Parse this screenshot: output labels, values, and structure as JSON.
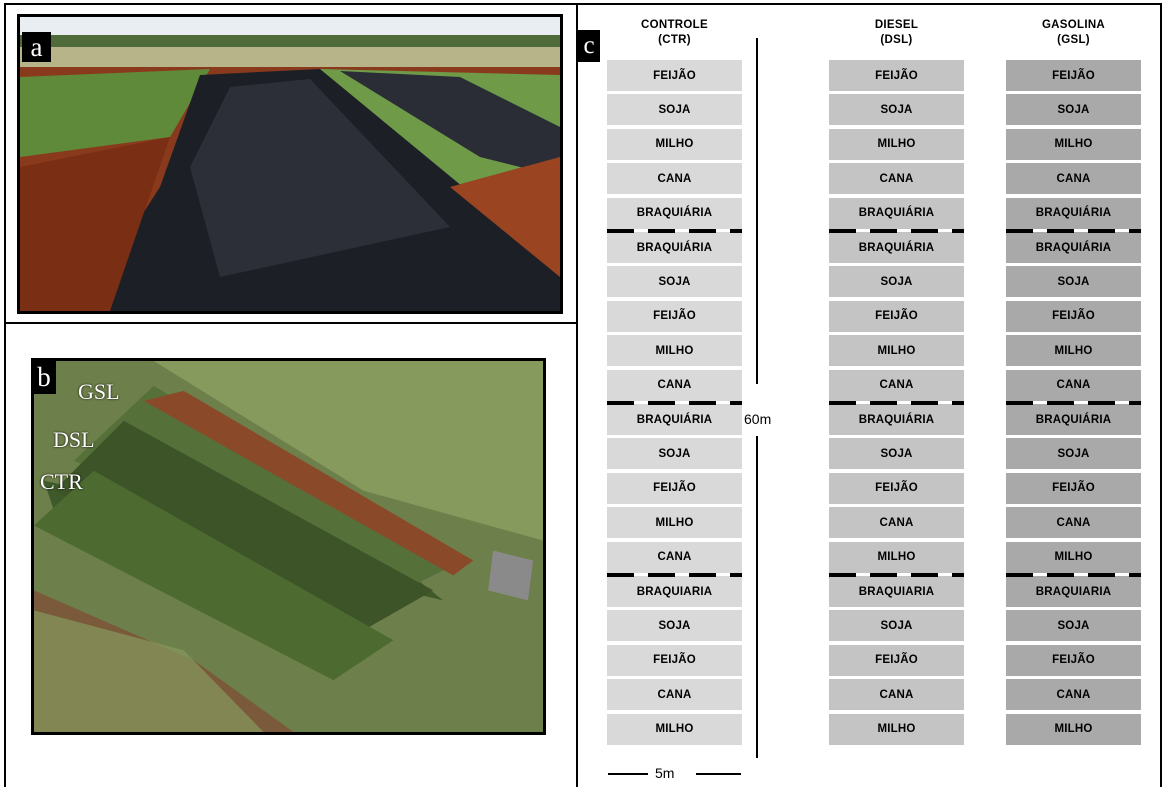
{
  "panels": {
    "a_tag": "a",
    "b_tag": "b",
    "c_tag": "c",
    "plot_labels": [
      "GSL",
      "DSL",
      "CTR"
    ]
  },
  "columns": [
    {
      "title_line1": "CONTROLE",
      "title_line2": "(CTR)"
    },
    {
      "title_line1": "DIESEL",
      "title_line2": "(DSL)"
    },
    {
      "title_line1": "GASOLINA",
      "title_line2": "(GSL)"
    }
  ],
  "rows": {
    "controle": [
      "FEIJÃO",
      "SOJA",
      "MILHO",
      "CANA",
      "BRAQUIÁRIA",
      "BRAQUIÁRIA",
      "SOJA",
      "FEIJÃO",
      "MILHO",
      "CANA",
      "BRAQUIÁRIA",
      "SOJA",
      "FEIJÃO",
      "MILHO",
      "CANA",
      "BRAQUIARIA",
      "SOJA",
      "FEIJÃO",
      "CANA",
      "MILHO"
    ],
    "diesel": [
      "FEIJÃO",
      "SOJA",
      "MILHO",
      "CANA",
      "BRAQUIÁRIA",
      "BRAQUIÁRIA",
      "SOJA",
      "FEIJÃO",
      "MILHO",
      "CANA",
      "BRAQUIÁRIA",
      "SOJA",
      "FEIJÃO",
      "CANA",
      "MILHO",
      "BRAQUIARIA",
      "SOJA",
      "FEIJÃO",
      "CANA",
      "MILHO"
    ],
    "gasolina": [
      "FEIJÃO",
      "SOJA",
      "MILHO",
      "CANA",
      "BRAQUIÁRIA",
      "BRAQUIÁRIA",
      "SOJA",
      "FEIJÃO",
      "MILHO",
      "CANA",
      "BRAQUIÁRIA",
      "SOJA",
      "FEIJÃO",
      "CANA",
      "MILHO",
      "BRAQUIARIA",
      "SOJA",
      "FEIJÃO",
      "CANA",
      "MILHO"
    ]
  },
  "scale": {
    "length_label": "60m",
    "width_label": "5m"
  },
  "colors": {
    "controle": "#d9d9d9",
    "diesel": "#c4c4c4",
    "gasolina": "#a9a9a9"
  }
}
